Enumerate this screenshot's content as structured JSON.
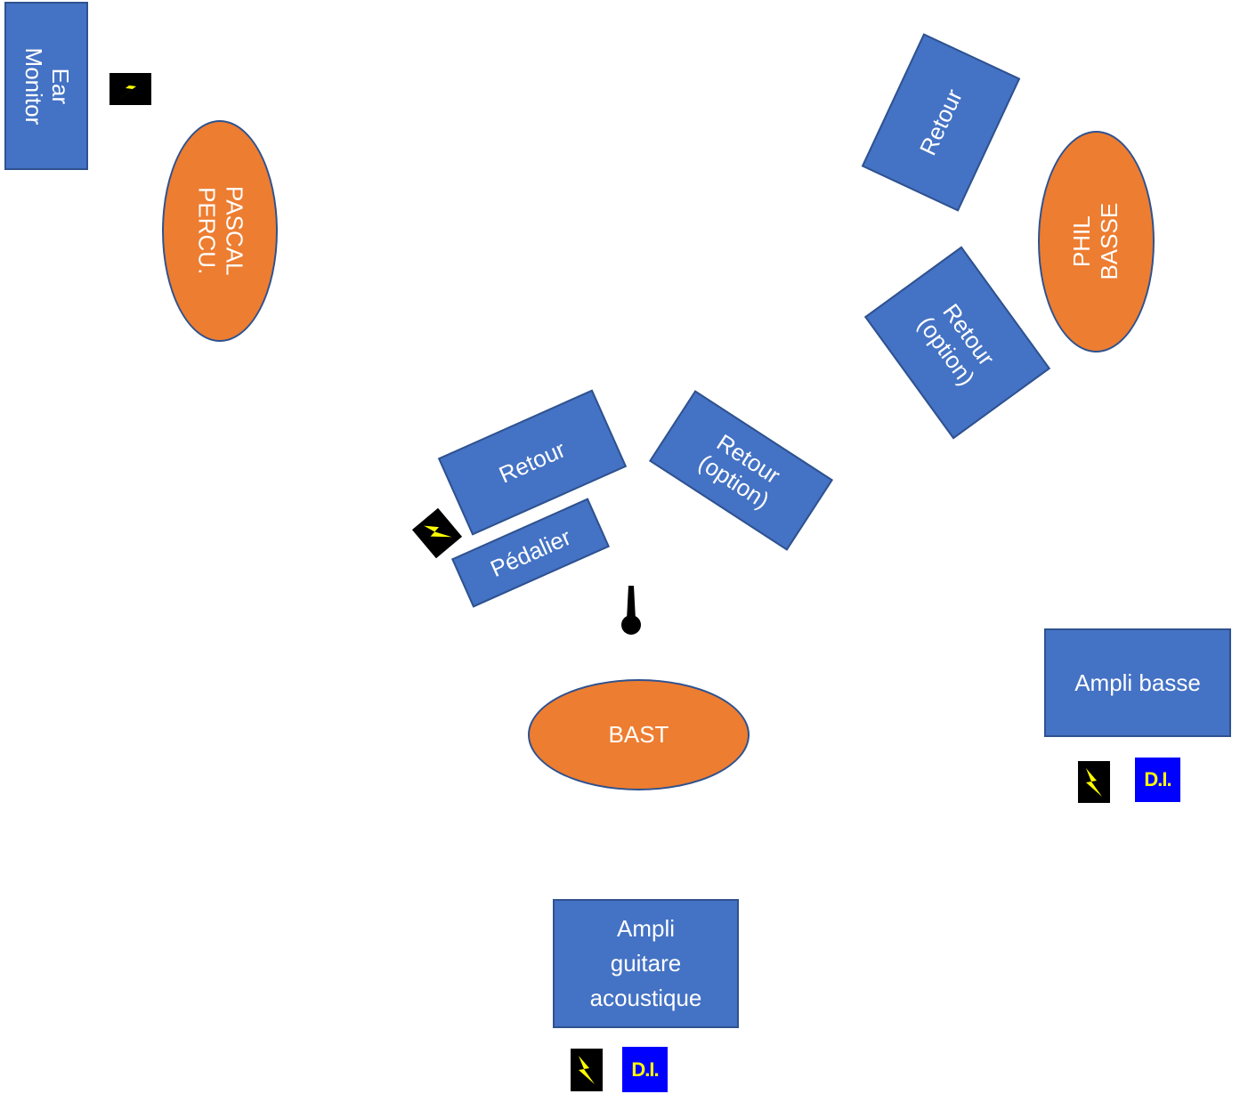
{
  "colors": {
    "box_fill": "#4472c4",
    "box_border": "#2f528f",
    "musician_fill": "#ed7d31",
    "power_bg": "#000000",
    "bolt": "#ffff00",
    "di_bg": "#0000ff",
    "di_text": "#ffff00"
  },
  "equipment": {
    "ear_monitor": "Ear\nMonitor",
    "retour_phil": "Retour",
    "retour_phil_option": "Retour\n(option)",
    "retour_bast": "Retour",
    "retour_bast_option": "Retour\n(option)",
    "pedalier": "Pédalier",
    "ampli_basse": "Ampli basse",
    "ampli_guitare": "Ampli\nguitare\nacoustique"
  },
  "musicians": {
    "pascal": "PASCAL\nPERCU.",
    "phil": "PHIL\nBASSE",
    "bast": "BAST"
  },
  "di_label": "D.I.",
  "icons": {
    "power": "power-outlet-icon",
    "microphone": "microphone-icon"
  }
}
